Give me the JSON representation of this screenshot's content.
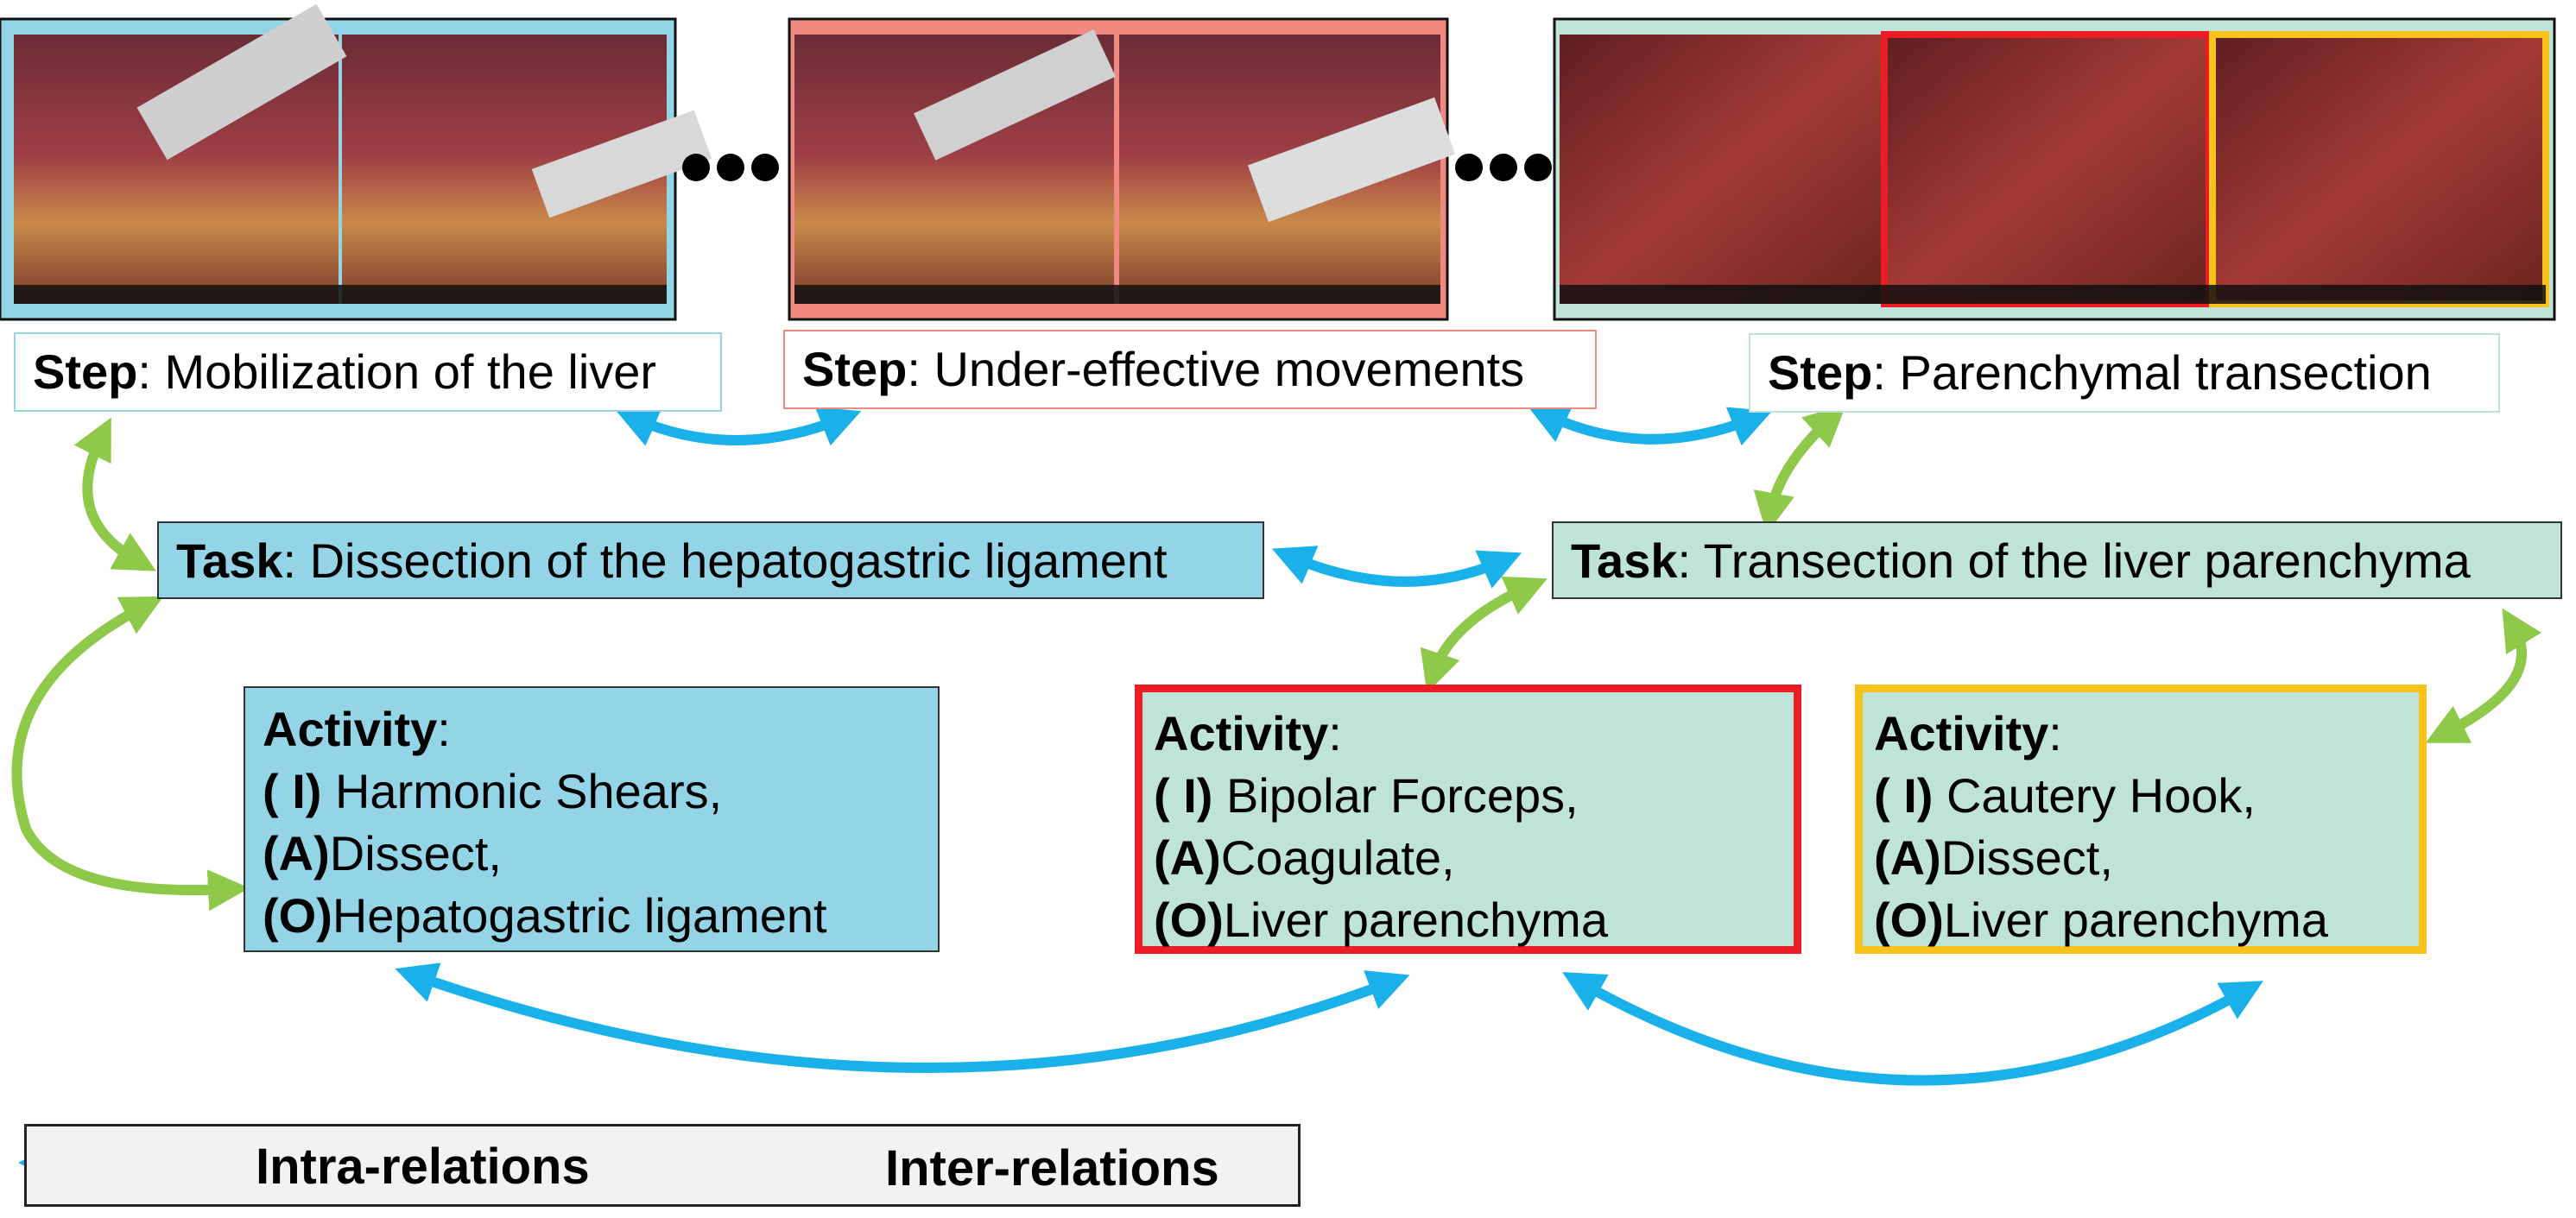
{
  "colors": {
    "intra": "#1ab0ea",
    "inter": "#8ec94a",
    "blue_box": "#93d4e6",
    "green_box": "#bfe3d9",
    "red_frame": "#ec1c24",
    "orange_frame": "#f7c21a",
    "salmon_frame": "#f08a80"
  },
  "steps": [
    {
      "label": "Step",
      "text": ": Mobilization of the liver"
    },
    {
      "label": "Step",
      "text": ": Under-effective movements"
    },
    {
      "label": "Step",
      "text": ": Parenchymal transection"
    }
  ],
  "tasks": [
    {
      "label": "Task",
      "text": ": Dissection of the hepatogastric ligament"
    },
    {
      "label": "Task",
      "text": ": Transection of the liver parenchyma"
    }
  ],
  "activities": [
    {
      "label": "Activity",
      "colon": ":",
      "lines": [
        {
          "code": "( I)",
          "text": " Harmonic Shears,"
        },
        {
          "code": "(A)",
          "text": "Dissect,"
        },
        {
          "code": "(O)",
          "text": "Hepatogastric ligament"
        }
      ]
    },
    {
      "label": "Activity",
      "colon": ":",
      "lines": [
        {
          "code": "( I)",
          "text": " Bipolar Forceps,"
        },
        {
          "code": "(A)",
          "text": "Coagulate,"
        },
        {
          "code": "(O)",
          "text": "Liver parenchyma"
        }
      ]
    },
    {
      "label": "Activity",
      "colon": ":",
      "lines": [
        {
          "code": "( I)",
          "text": " Cautery Hook,"
        },
        {
          "code": "(A)",
          "text": "Dissect,"
        },
        {
          "code": "(O)",
          "text": "Liver parenchyma"
        }
      ]
    }
  ],
  "legend": {
    "intra": "Intra-relations",
    "inter": "Inter-relations"
  }
}
